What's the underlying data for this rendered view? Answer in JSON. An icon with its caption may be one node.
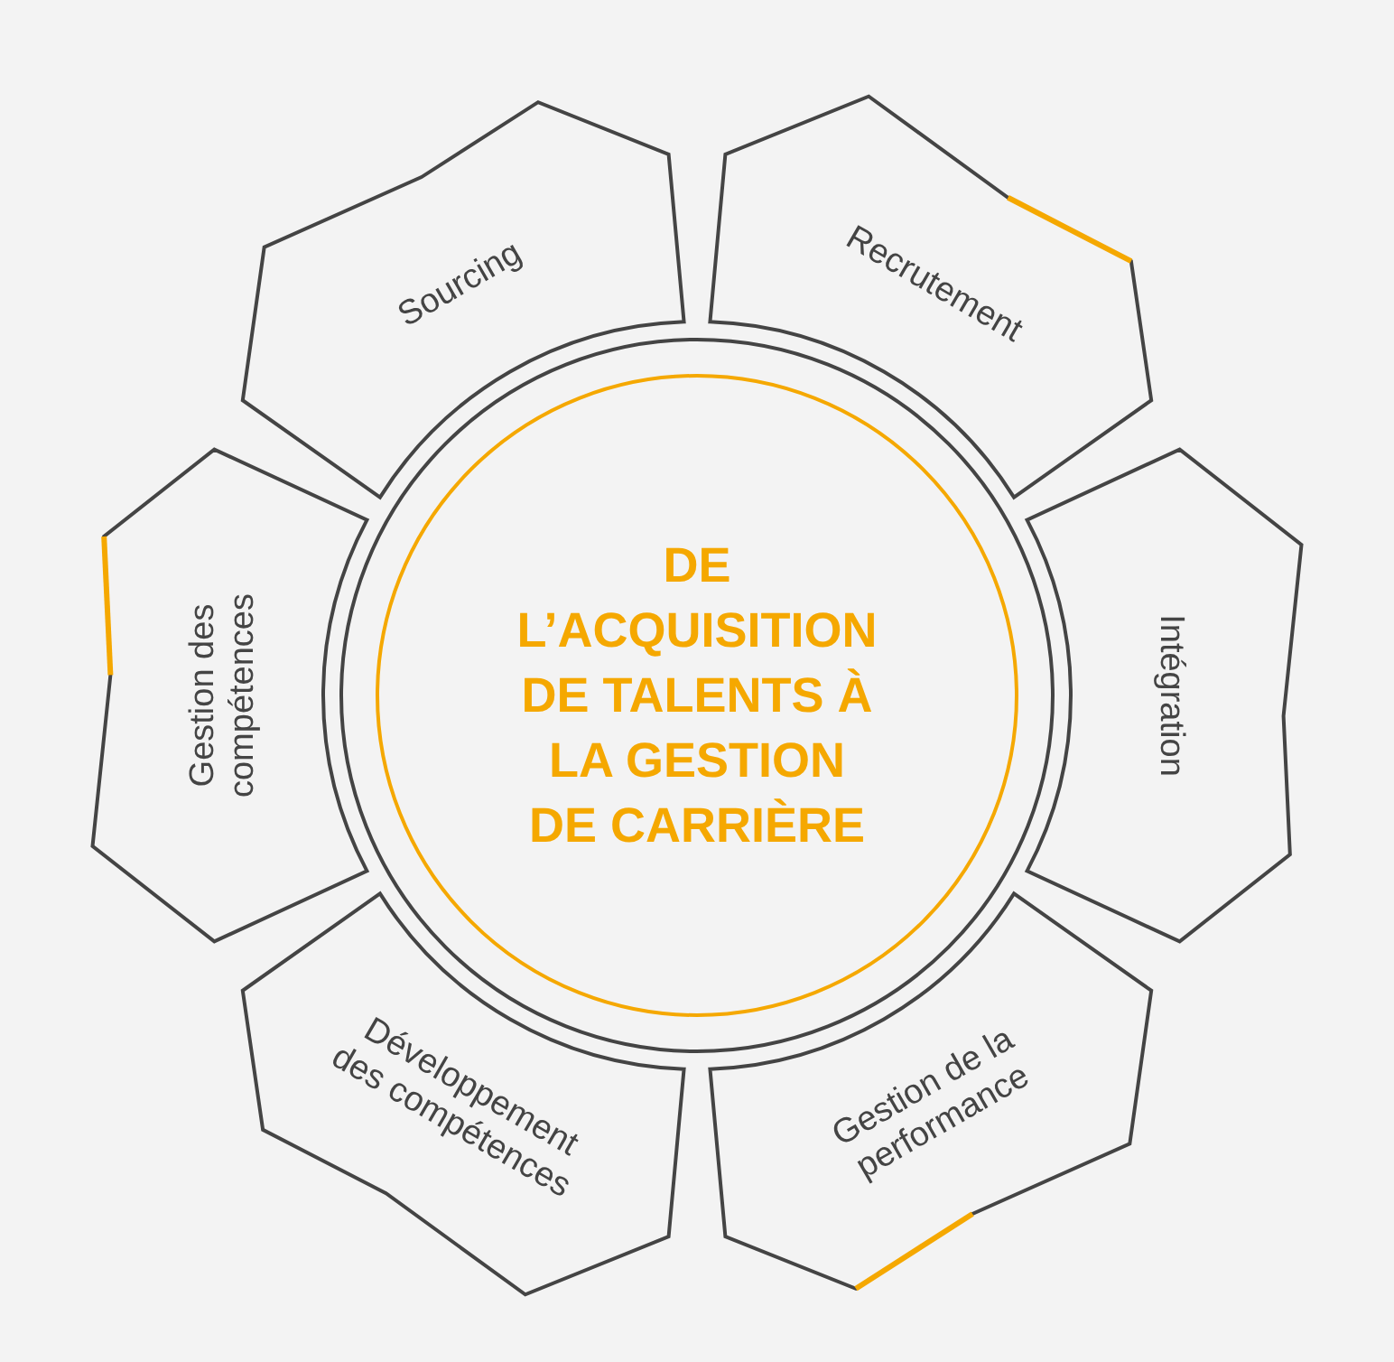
{
  "diagram": {
    "nodes": [
      {
        "text": [
          "DE L’ACQUISITION DE TALENTS À LA GESTION DE CARRIÈRE"
        ]
      },
      {
        "text": [
          "Sourcing"
        ]
      },
      {
        "text": [
          "Recrutement"
        ]
      },
      {
        "text": [
          "Intégration"
        ]
      },
      {
        "text": [
          "Gestion de la performance"
        ]
      },
      {
        "text": [
          "Développement des compétences"
        ]
      },
      {
        "text": [
          "Gestion des compétences"
        ]
      }
    ]
  }
}
